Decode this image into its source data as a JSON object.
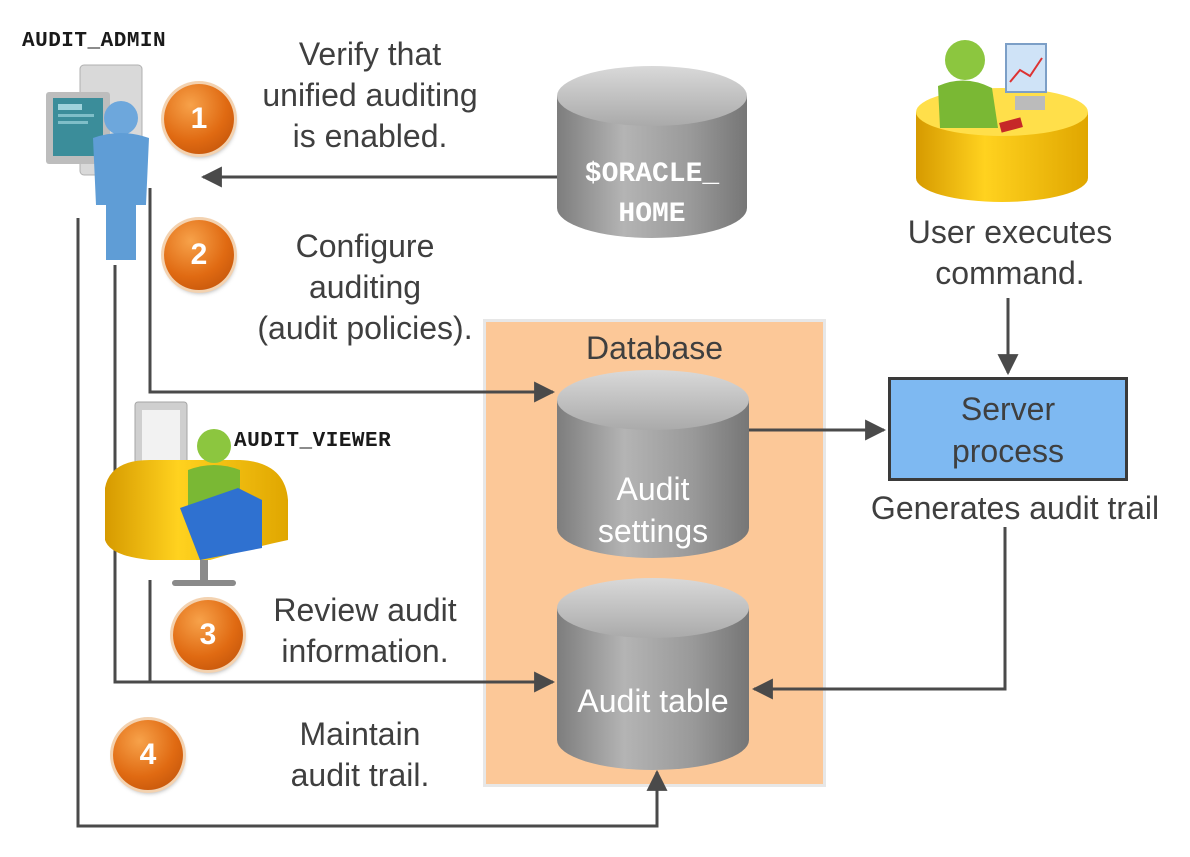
{
  "roles": {
    "admin": "AUDIT_ADMIN",
    "viewer": "AUDIT_VIEWER"
  },
  "steps": [
    {
      "number": "1",
      "text": "Verify that\nunified auditing\nis enabled."
    },
    {
      "number": "2",
      "text": "Configure\nauditing\n(audit policies)."
    },
    {
      "number": "3",
      "text": "Review audit\ninformation."
    },
    {
      "number": "4",
      "text": "Maintain\naudit trail."
    }
  ],
  "oracle_home": "$ORACLE_\nHOME",
  "database": {
    "title": "Database",
    "audit_settings": "Audit\nsettings",
    "audit_table": "Audit table"
  },
  "user": {
    "caption": "User executes\ncommand."
  },
  "server": {
    "label": "Server\nprocess",
    "caption": "Generates audit trail"
  },
  "colors": {
    "badge": "#e06a12",
    "database_panel": "#fcc898",
    "server_box": "#7eb9f2",
    "cylinder": "#9a9a9a",
    "arrow": "#4a4a4a"
  },
  "icons": {
    "admin": "person-at-computer-icon",
    "viewer": "person-at-desk-icon",
    "user": "user-at-workstation-icon"
  }
}
